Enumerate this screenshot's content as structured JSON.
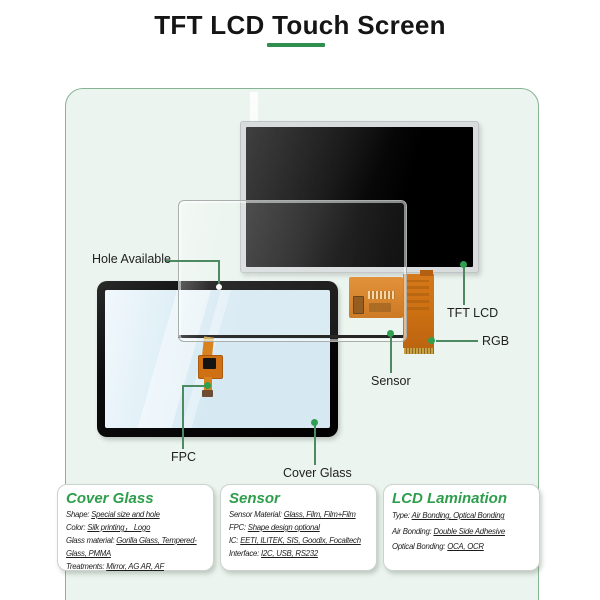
{
  "title": {
    "text": "TFT LCD Touch Screen"
  },
  "colors": {
    "accent_green": "#2f9e4c",
    "underline_green": "#2e8f4e",
    "callout_line_green": "#4d8a62",
    "container_fill": "#ebf4ee",
    "container_border": "#85b394",
    "fpc_orange": "#d5791a",
    "tablet_screen_blue": "#d6e9f3"
  },
  "diagram": {
    "labels": {
      "hole": "Hole Available",
      "tft_lcd": "TFT LCD",
      "rgb": "RGB",
      "sensor": "Sensor",
      "fpc": "FPC",
      "cover_glass": "Cover Glass"
    }
  },
  "info_boxes": [
    {
      "title": "Cover Glass",
      "rows": [
        {
          "label": "Shape:",
          "value": "Special size and hole"
        },
        {
          "label": "Color:",
          "value": "Silk printing， Logo"
        },
        {
          "label": "Glass material:",
          "value": "Gorilla Glass, Tempered-Glass, PMMA"
        },
        {
          "label": "Treatments:",
          "value": "Mirror, AG AR, AF"
        }
      ]
    },
    {
      "title": "Sensor",
      "rows": [
        {
          "label": "Sensor Material:",
          "value": "Glass, Film, Film+Film"
        },
        {
          "label": "FPC:",
          "value": "Shape design optional"
        },
        {
          "label": "IC:",
          "value": "EETI, ILITEK, SIS, Goodix, Focaltech"
        },
        {
          "label": "Interface:",
          "value": "I2C, USB, RS232"
        }
      ]
    },
    {
      "title": "LCD Lamination",
      "rows": [
        {
          "label": "Type:",
          "value": "Air Bonding, Optical Bonding"
        },
        {
          "label": "Air Bonding:",
          "value": "Double Side Adhesive"
        },
        {
          "label": "Optical Bonding:",
          "value": "OCA, OCR"
        }
      ]
    }
  ]
}
